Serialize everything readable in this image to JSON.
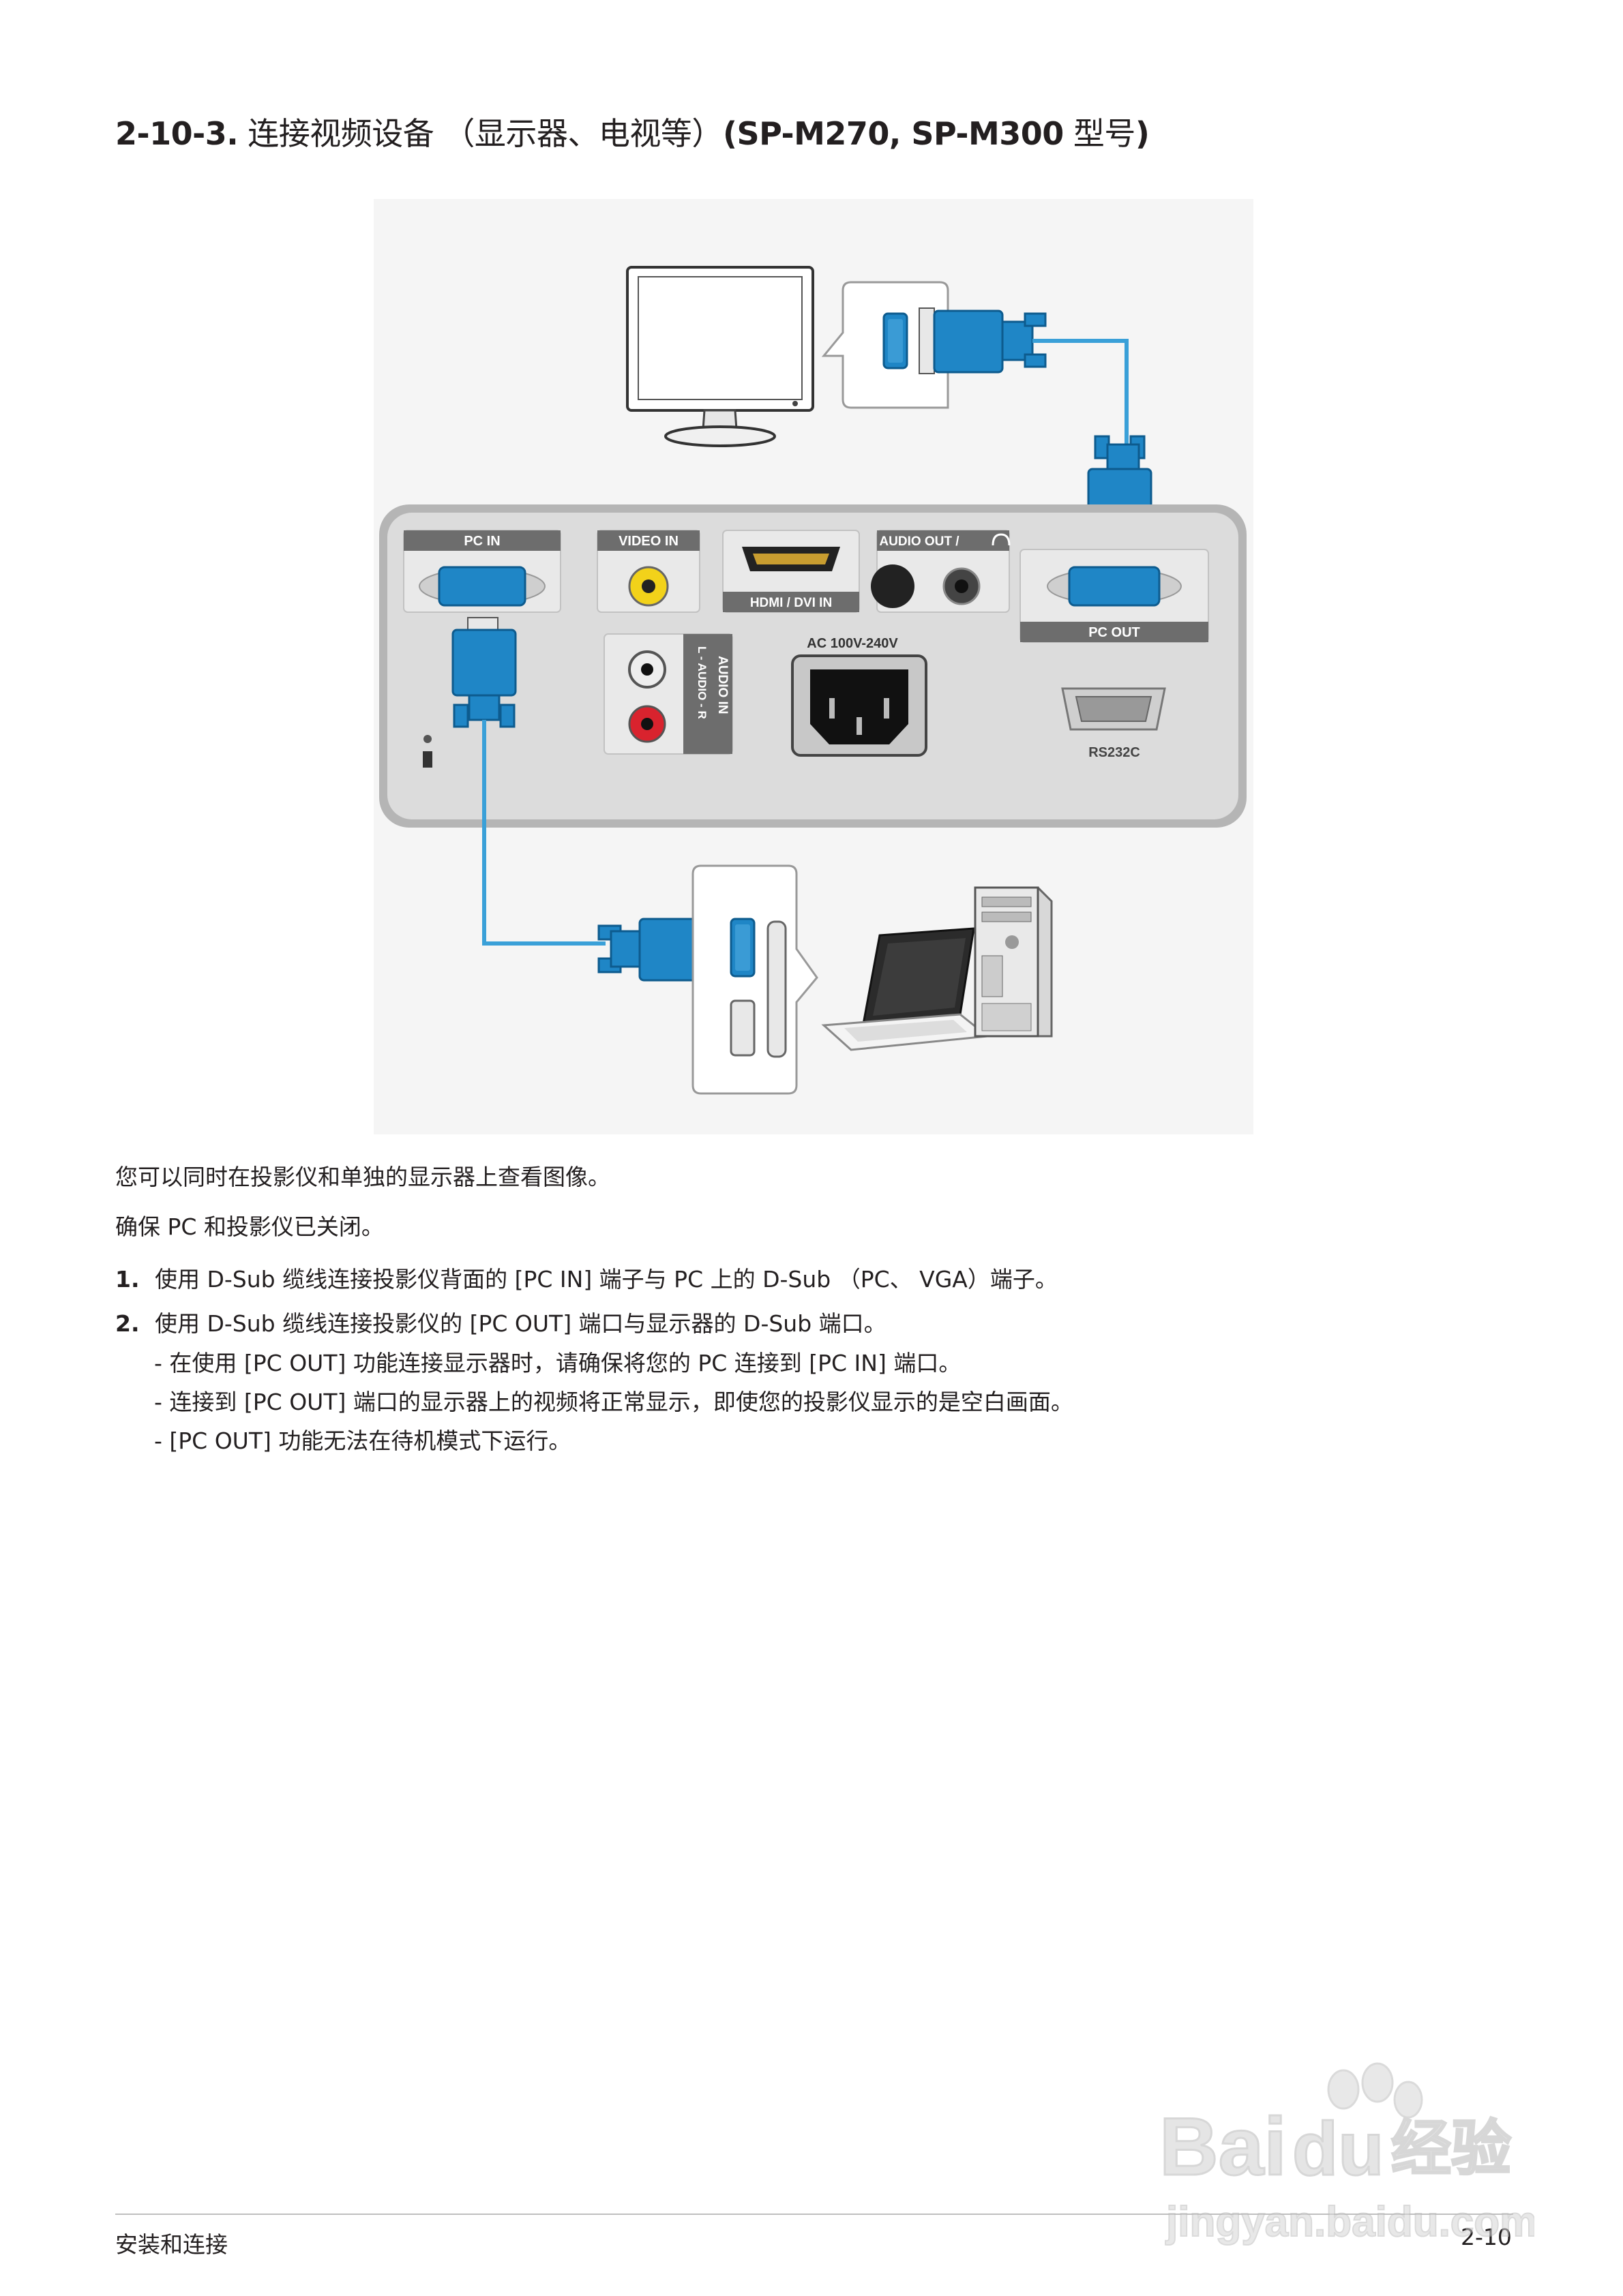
{
  "title": {
    "prefix": "2-10-3.",
    "cn": " 连接视频设备 （显示器、电视等）",
    "models": "(SP-M270, SP-M300",
    "suffix_cn": " 型号",
    "close": ")"
  },
  "figure": {
    "pc_in": "PC IN",
    "video_in": "VIDEO IN",
    "hdmi": "HDMI / DVI IN",
    "audio_out": "AUDIO OUT / ",
    "pc_out": "PC OUT",
    "audio_in": "AUDIO IN",
    "audio_lr": "L - AUDIO - R",
    "ac": "AC 100V-240V",
    "rs232c": "RS232C",
    "colors": {
      "cable": "#1f86c6",
      "cable_line": "#3aa0d8",
      "panel": "#dcdcdc",
      "panel_border": "#9e9e9e",
      "label_bg": "#6d6d6d"
    }
  },
  "content": {
    "intro1": "您可以同时在投影仪和单独的显示器上查看图像。",
    "intro2": "确保 PC 和投影仪已关闭。",
    "step1_num": "1.",
    "step1_text": "使用 D-Sub 缆线连接投影仪背面的 [PC IN] 端子与 PC 上的 D-Sub （PC、 VGA）端子。",
    "step2_num": "2.",
    "step2_text": "使用 D-Sub 缆线连接投影仪的 [PC OUT] 端口与显示器的 D-Sub 端口。",
    "note1": "- 在使用 [PC OUT] 功能连接显示器时，请确保将您的 PC 连接到 [PC IN] 端口。",
    "note2": "- 连接到 [PC OUT] 端口的显示器上的视频将正常显示，即使您的投影仪显示的是空白画面。",
    "note3": "- [PC OUT] 功能无法在待机模式下运行。"
  },
  "footer": {
    "section": "安装和连接",
    "page": "2-10"
  },
  "watermark": {
    "brand": "Bai",
    "brand2": "du",
    "cn": "经验",
    "url": "jingyan.baidu.com"
  }
}
